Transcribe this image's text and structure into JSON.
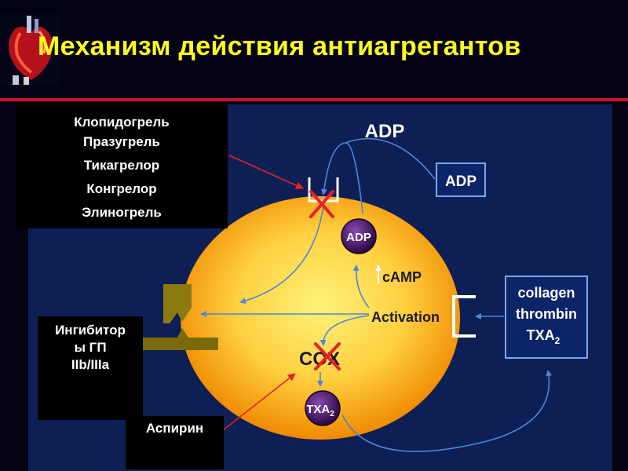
{
  "slide": {
    "title": "Механизм действия антиагрегантов"
  },
  "drug_boxes": {
    "p2y12_inhibitors": [
      "Клопидогрель",
      "Празугрель",
      "Тикагрелор",
      "Конгрелор",
      "Элиногрель"
    ],
    "gp_inhibitors": [
      "Ингибитор",
      "ы ГП",
      "IIb/IIIa"
    ],
    "aspirin": "Аспирин"
  },
  "diagram": {
    "adp_top": "ADP",
    "adp_box": "ADP",
    "adp_granule": "ADP",
    "camp": "cAMP",
    "activation": "Activation",
    "cox": "COX",
    "txa2_granule_base": "TXA",
    "txa2_granule_sub": "2",
    "agonists": {
      "line1": "collagen",
      "line2": "thrombin",
      "line3_base": "TXA",
      "line3_sub": "2"
    }
  },
  "colors": {
    "title": "#ffff1a",
    "divider": "#c8102e",
    "panel": "#0e1f55",
    "platelet_core": "#ffd84a",
    "platelet_edge": "#f08a00",
    "arrows": "#4f86d9",
    "inhibitor_arrows": "#e8202a",
    "blocked_x": "#e8202a",
    "granule": "#4a1570"
  },
  "icons": [
    "heart-logo-icon",
    "receptor-cup-icon",
    "gp-receptor-icon",
    "blocked-x-icon"
  ]
}
